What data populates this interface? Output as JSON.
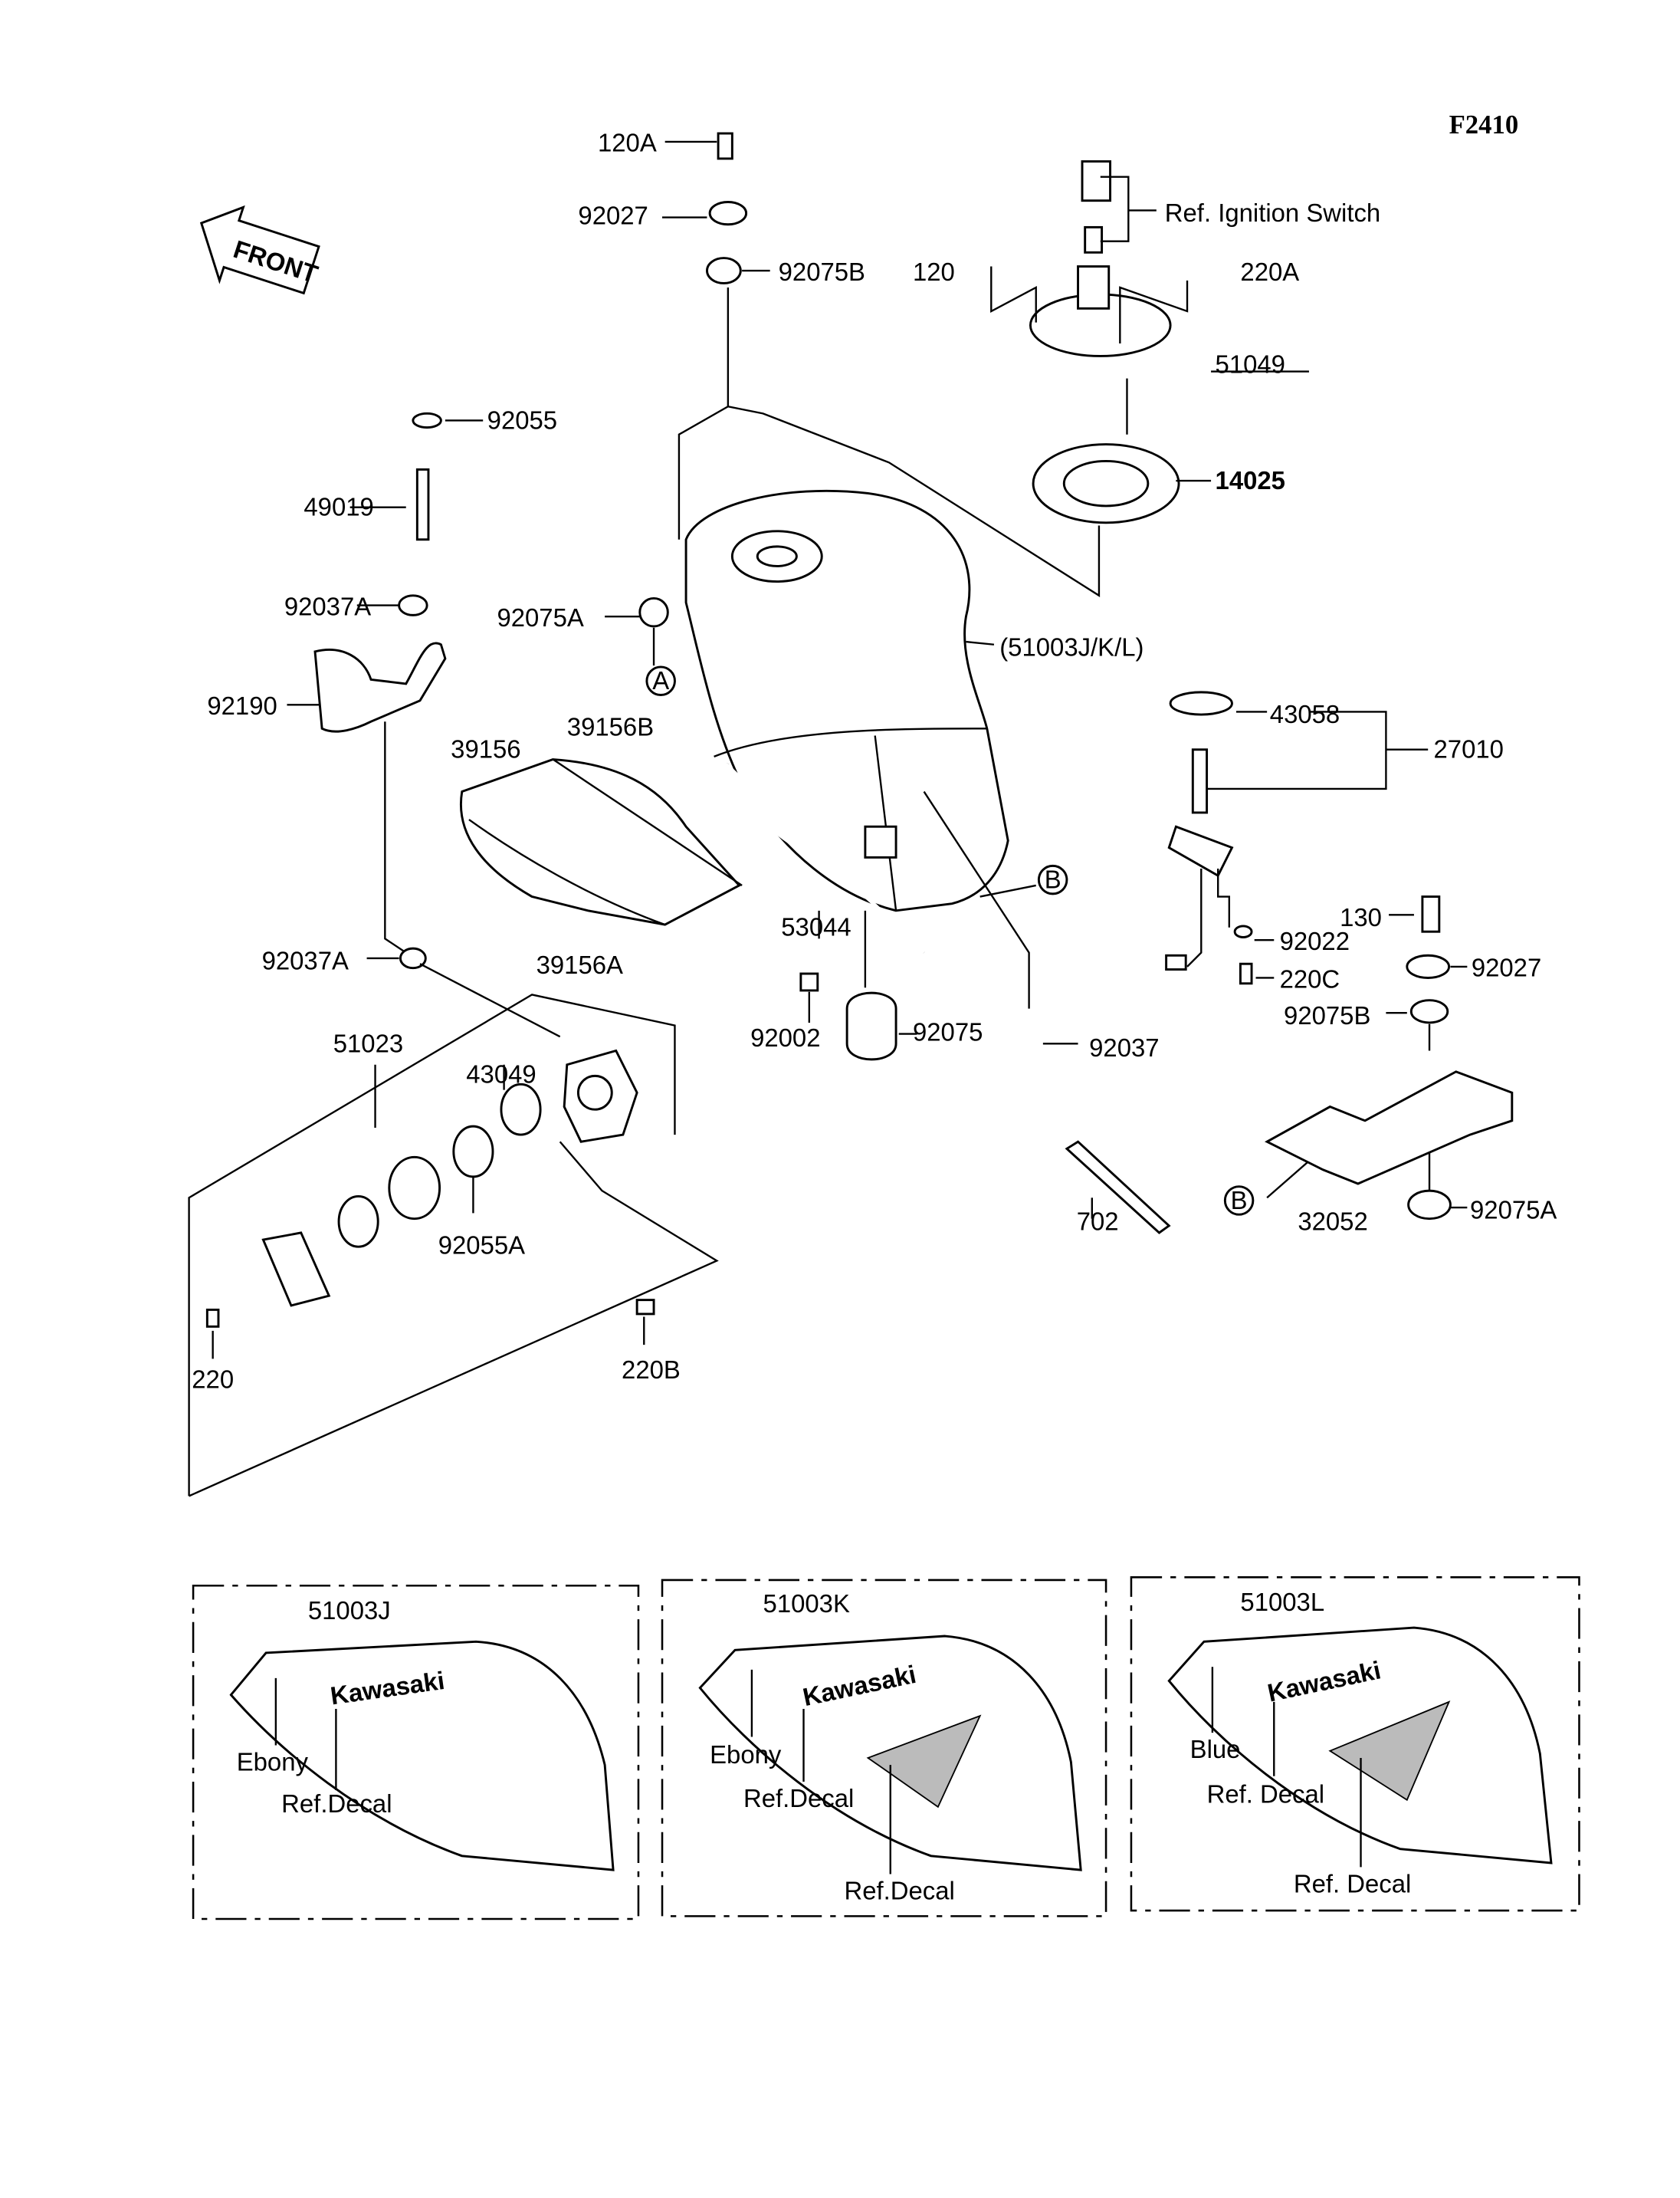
{
  "diagram_code": "F2410",
  "front_arrow": "FRONT",
  "labels": {
    "p120A": "120A",
    "p92027a": "92027",
    "p92075Ba": "92075B",
    "ref_ignition": "Ref. Ignition Switch",
    "p120": "120",
    "p220A": "220A",
    "p51049": "51049",
    "p14025": "14025",
    "p92055": "92055",
    "p49019": "49019",
    "p92037Aa": "92037A",
    "p92075Aa": "92075A",
    "refA": "A",
    "p51003JKL": "(51003J/K/L)",
    "p92190": "92190",
    "p39156": "39156",
    "p39156B": "39156B",
    "p43058": "43058",
    "p27010": "27010",
    "p53044": "53044",
    "refB1": "B",
    "p92037Ab": "92037A",
    "p39156A": "39156A",
    "p130": "130",
    "p92022": "92022",
    "p92027b": "92027",
    "p220C": "220C",
    "p92075Bb": "92075B",
    "p92002": "92002",
    "p92075": "92075",
    "p92037": "92037",
    "p51023": "51023",
    "p43049": "43049",
    "p92055A": "92055A",
    "p702": "702",
    "p32052": "32052",
    "p92075Ab": "92075A",
    "refB2": "B",
    "p220": "220",
    "p220B": "220B"
  },
  "variants": [
    {
      "part": "51003J",
      "brand": "Kawasaki",
      "color": "Ebony",
      "decal1": "Ref.Decal"
    },
    {
      "part": "51003K",
      "brand": "Kawasaki",
      "color": "Ebony",
      "decal1": "Ref.Decal",
      "decal2": "Ref.Decal"
    },
    {
      "part": "51003L",
      "brand": "Kawasaki",
      "color": "Blue",
      "decal1": "Ref. Decal",
      "decal2": "Ref. Decal"
    }
  ]
}
